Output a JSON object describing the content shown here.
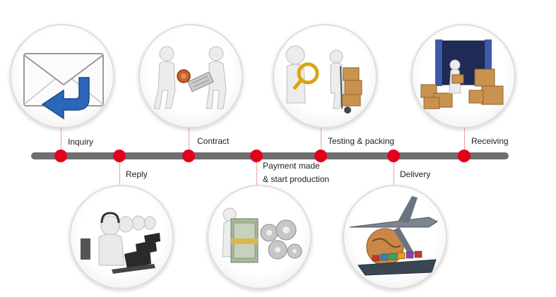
{
  "steps": [
    {
      "label": "Inquiry",
      "icon": "envelope-reply-icon"
    },
    {
      "label": "Reply",
      "icon": "call-center-agents-icon"
    },
    {
      "label": "Contract",
      "icon": "handshake-contract-icon"
    },
    {
      "label": "Payment made",
      "label_line2": "& start production",
      "icon": "money-and-gears-icon"
    },
    {
      "label": "Testing & packing",
      "icon": "magnifier-and-boxes-icon"
    },
    {
      "label": "Delivery",
      "icon": "plane-globe-ship-icon"
    },
    {
      "label": "Receiving",
      "icon": "container-boxes-icon"
    }
  ],
  "colors": {
    "timeline": "#6f6f6f",
    "dot": "#e3001b",
    "connector": "#e8a3a3",
    "accent_blue": "#2b66b8",
    "cardboard": "#c9934f"
  }
}
